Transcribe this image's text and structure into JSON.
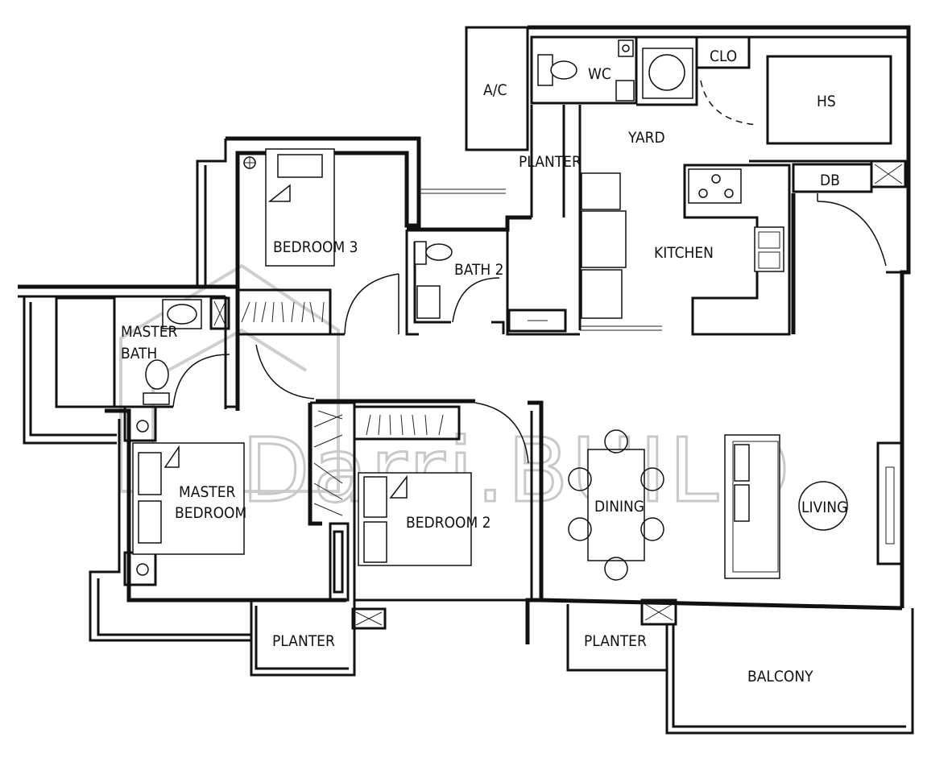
{
  "watermark": {
    "text": "Darri.BUILD"
  },
  "rooms": {
    "ac": "A/C",
    "wc": "WC",
    "clo": "CLO",
    "hs": "HS",
    "yard": "YARD",
    "planter_top": "PLANTER",
    "db": "DB",
    "kitchen": "KITCHEN",
    "bedroom3": "BEDROOM 3",
    "bath2": "BATH 2",
    "master_bath_1": "MASTER",
    "master_bath_2": "BATH",
    "master_bedroom_1": "MASTER",
    "master_bedroom_2": "BEDROOM",
    "bedroom2": "BEDROOM 2",
    "dining": "DINING",
    "living": "LIVING",
    "planter_left": "PLANTER",
    "planter_right": "PLANTER",
    "balcony": "BALCONY"
  }
}
